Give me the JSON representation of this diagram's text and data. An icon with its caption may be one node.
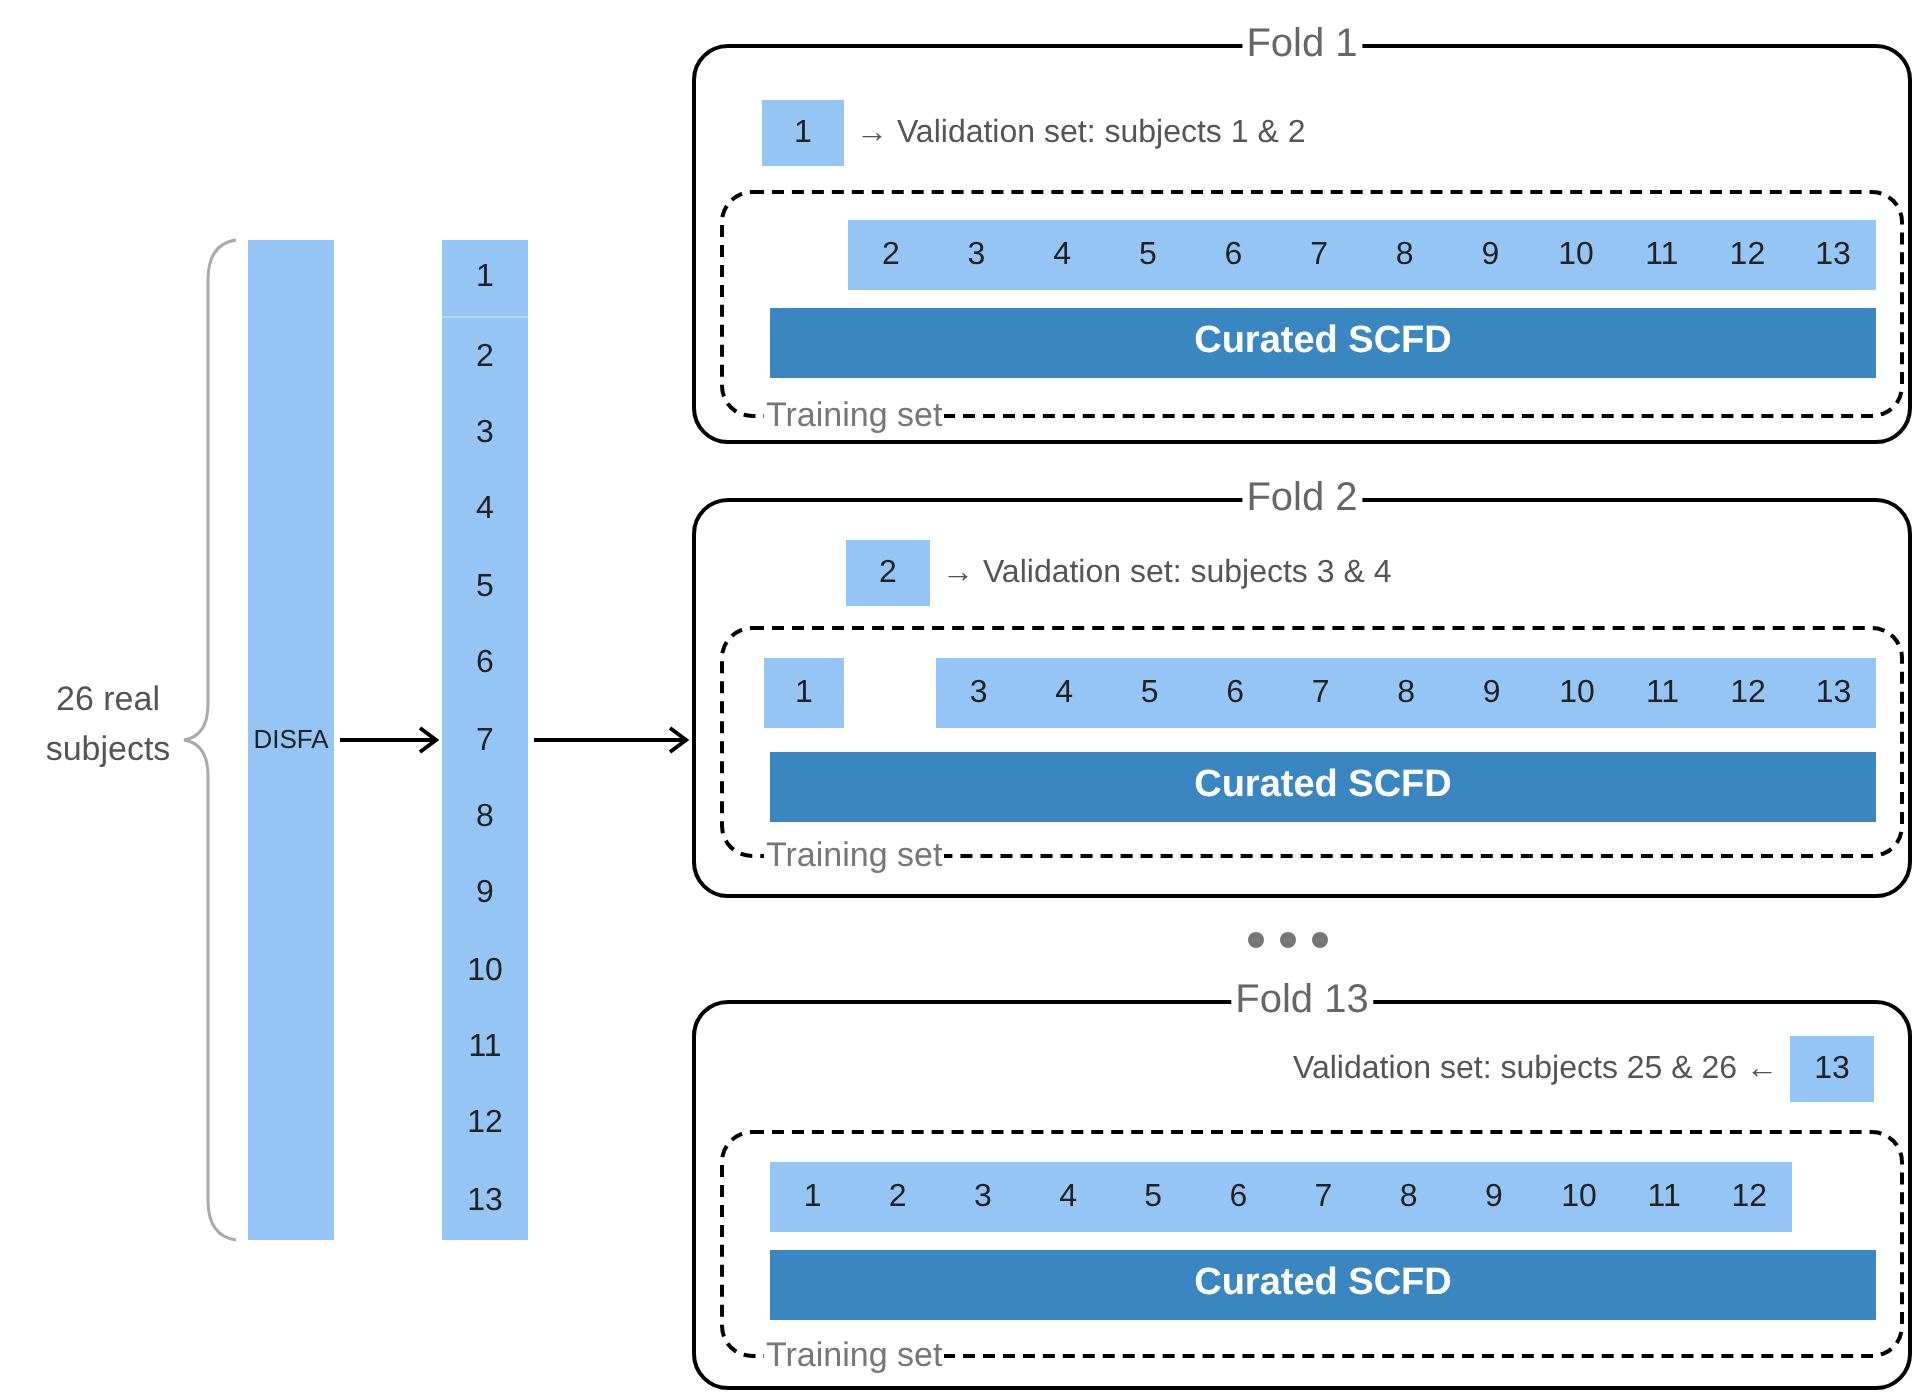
{
  "diagram": {
    "nodes": [
      {
        "text": [
          "DISFA"
        ]
      },
      {
        "text": [
          "1",
          "2",
          "3",
          "4",
          "5",
          "6",
          "7",
          "8",
          "9",
          "10",
          "11",
          "12",
          "13"
        ]
      },
      {
        "text": [
          "Fold 1"
        ]
      },
      {
        "text": [
          "1"
        ],
        "in": 2,
        "beside": [
          "→ Validation set: subjects 1 & 2"
        ]
      },
      {
        "text": [
          "Training set"
        ],
        "in": 2
      },
      {
        "text": [
          "2",
          "3",
          "4",
          "5",
          "6",
          "7",
          "8",
          "9",
          "10",
          "11",
          "12",
          "13"
        ],
        "in": 4
      },
      {
        "text": [
          "Curated SCFD"
        ],
        "in": 4
      },
      {
        "text": [
          "Fold 2"
        ]
      },
      {
        "text": [
          "2"
        ],
        "in": 7,
        "beside": [
          "→ Validation set: subjects 3 & 4"
        ]
      },
      {
        "text": [
          "Training set"
        ],
        "in": 7
      },
      {
        "text": [
          "1"
        ],
        "in": 9
      },
      {
        "text": [
          "3",
          "4",
          "5",
          "6",
          "7",
          "8",
          "9",
          "10",
          "11",
          "12",
          "13"
        ],
        "in": 9
      },
      {
        "text": [
          "Curated SCFD"
        ],
        "in": 9
      },
      {
        "text": [
          "Fold 13"
        ]
      },
      {
        "text": [
          "13"
        ],
        "in": 13,
        "beside": [
          "Validation set: subjects 25 & 26 ←"
        ]
      },
      {
        "text": [
          "Training set"
        ],
        "in": 13
      },
      {
        "text": [
          "1",
          "2",
          "3",
          "4",
          "5",
          "6",
          "7",
          "8",
          "9",
          "10",
          "11",
          "12"
        ],
        "in": 15
      },
      {
        "text": [
          "Curated SCFD"
        ],
        "in": 15
      }
    ],
    "edges": [
      {
        "from": 0,
        "to": 1,
        "arrow": "to"
      },
      {
        "from": 1,
        "to": 7,
        "arrow": "to"
      }
    ],
    "labels": [
      "26 real subjects"
    ]
  }
}
